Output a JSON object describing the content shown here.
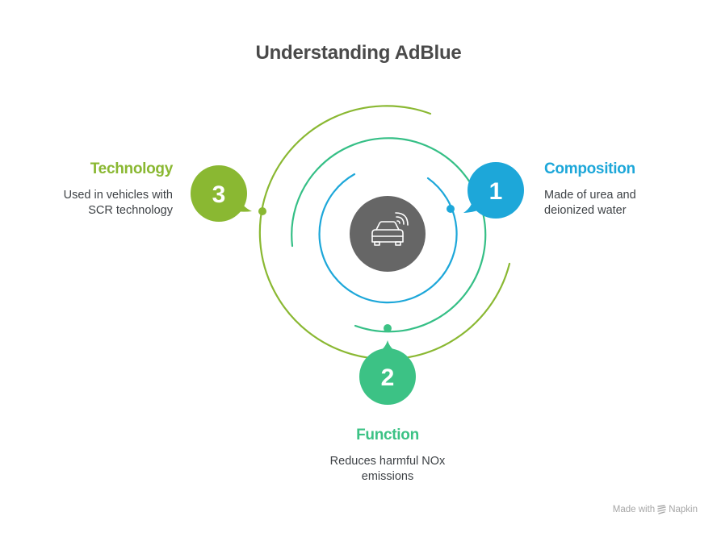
{
  "title": "Understanding AdBlue",
  "center": {
    "icon": "connected-car-icon",
    "color": "#666666"
  },
  "items": [
    {
      "number": "1",
      "heading": "Composition",
      "description_lines": [
        "Made of urea and",
        "deionized water"
      ],
      "color": "#1da7d9"
    },
    {
      "number": "2",
      "heading": "Function",
      "description_lines": [
        "Reduces harmful NOx",
        "emissions"
      ],
      "color": "#3cc285"
    },
    {
      "number": "3",
      "heading": "Technology",
      "description_lines": [
        "Used in vehicles with",
        "SCR technology"
      ],
      "color": "#8ab832"
    }
  ],
  "footer": {
    "made_with": "Made with",
    "brand": "Napkin",
    "icon": "napkin-logo-icon"
  }
}
